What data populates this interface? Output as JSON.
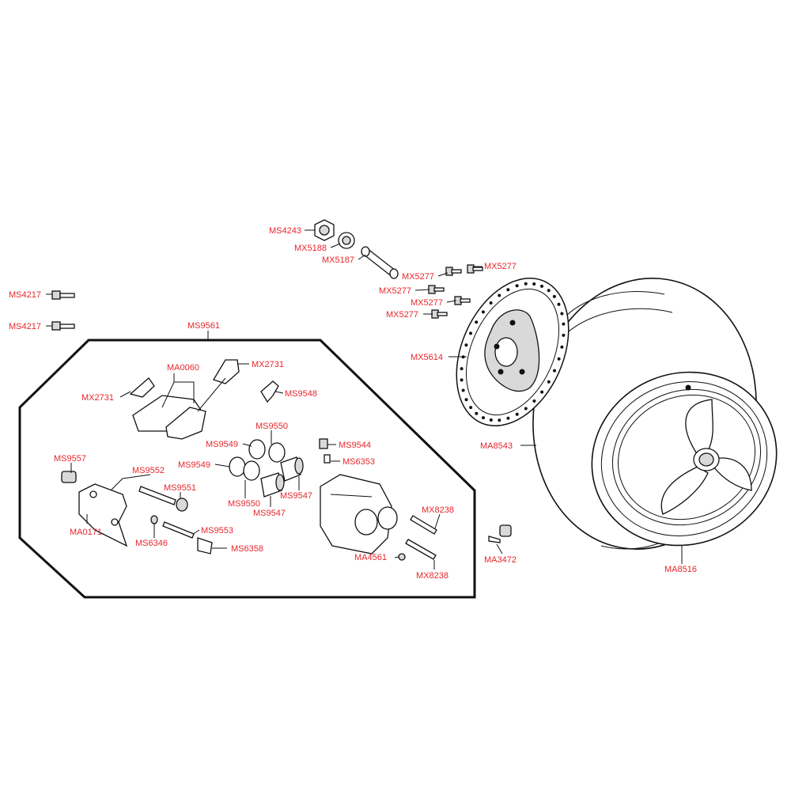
{
  "colors": {
    "label": "#e8262b",
    "line": "#111111",
    "background": "#ffffff"
  },
  "labels": {
    "ms4243": "MS4243",
    "mx5188": "MX5188",
    "mx5187": "MX5187",
    "mx5277_a": "MX5277",
    "mx5277_b": "MX5277",
    "mx5277_c": "MX5277",
    "mx5277_d": "MX5277",
    "mx5277_e": "MX5277",
    "mx5614": "MX5614",
    "ms4217_a": "MS4217",
    "ms4217_b": "MS4217",
    "ms9561": "MS9561",
    "mx2731_a": "MX2731",
    "ma0060": "MA0060",
    "mx2731_b": "MX2731",
    "ms9548": "MS9548",
    "ms9550_a": "MS9550",
    "ms9549_a": "MS9549",
    "ms9549_b": "MS9549",
    "ms9550_b": "MS9550",
    "ms9547_a": "MS9547",
    "ms9547_b": "MS9547",
    "ms9544": "MS9544",
    "ms6353": "MS6353",
    "ms9557": "MS9557",
    "ms9552": "MS9552",
    "ms9551": "MS9551",
    "ma0171": "MA0171",
    "ms6346": "MS6346",
    "ms9553": "MS9553",
    "ms6358": "MS6358",
    "mx8238_a": "MX8238",
    "ma4561": "MA4561",
    "mx8238_b": "MX8238",
    "ma8543": "MA8543",
    "ma3472": "MA3472",
    "ma8516": "MA8516"
  }
}
